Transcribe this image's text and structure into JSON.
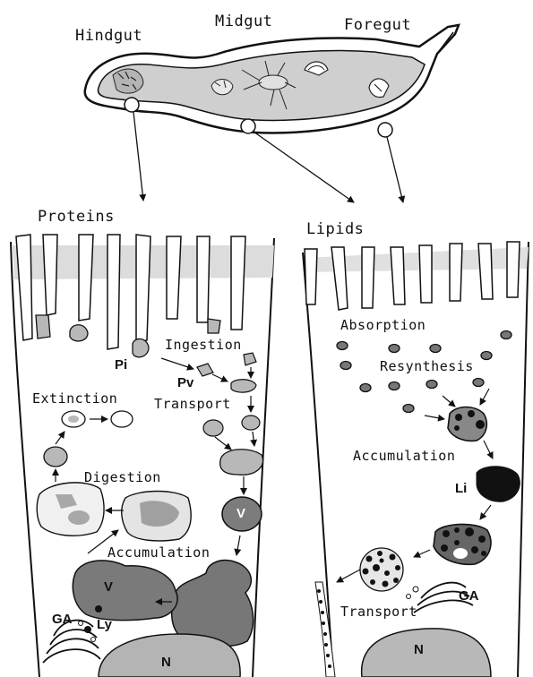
{
  "gut": {
    "hindgut": "Hindgut",
    "midgut": "Midgut",
    "foregut": "Foregut"
  },
  "proteins": {
    "title": "Proteins",
    "pi": "Pi",
    "pv": "Pv",
    "ingestion": "Ingestion",
    "transport": "Transport",
    "extinction": "Extinction",
    "digestion": "Digestion",
    "accumulation": "Accumulation",
    "v_small": "V",
    "v_large": "V",
    "ga": "GA",
    "ly": "Ly",
    "n": "N"
  },
  "lipids": {
    "title": "Lipids",
    "absorption": "Absorption",
    "resynthesis": "Resynthesis",
    "accumulation": "Accumulation",
    "li": "Li",
    "ga": "GA",
    "transport": "Transport",
    "n": "N"
  }
}
